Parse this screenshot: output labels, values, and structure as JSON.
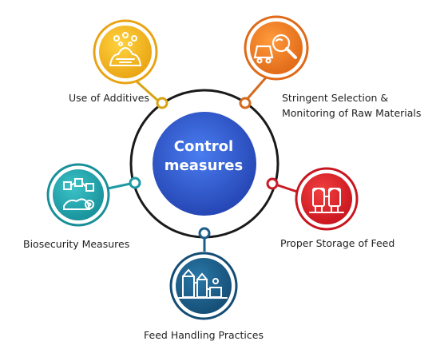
{
  "center": {
    "line1": "Control",
    "line2": "measures"
  },
  "items": [
    {
      "id": "additives",
      "lines": [
        "Use of Additives"
      ],
      "color": "#f2b21c",
      "icon": "additives-icon"
    },
    {
      "id": "selection",
      "lines": [
        "Stringent Selection &",
        "Monitoring of Raw Materials"
      ],
      "color": "#ef7a22",
      "icon": "magnifier-cart-icon"
    },
    {
      "id": "storage",
      "lines": [
        "Proper Storage of Feed"
      ],
      "color": "#e0242c",
      "icon": "silo-icon"
    },
    {
      "id": "handling",
      "lines": [
        "Feed Handling Practices"
      ],
      "color": "#1b5e8a",
      "icon": "feed-mill-icon"
    },
    {
      "id": "biosecurity",
      "lines": [
        "Biosecurity Measures"
      ],
      "color": "#1fa8b0",
      "icon": "biosecurity-icon"
    }
  ],
  "colors": {
    "ring": "#1a1a1a",
    "center_inner": "#3f6fe0",
    "center_outer": "#1f3fa8"
  }
}
